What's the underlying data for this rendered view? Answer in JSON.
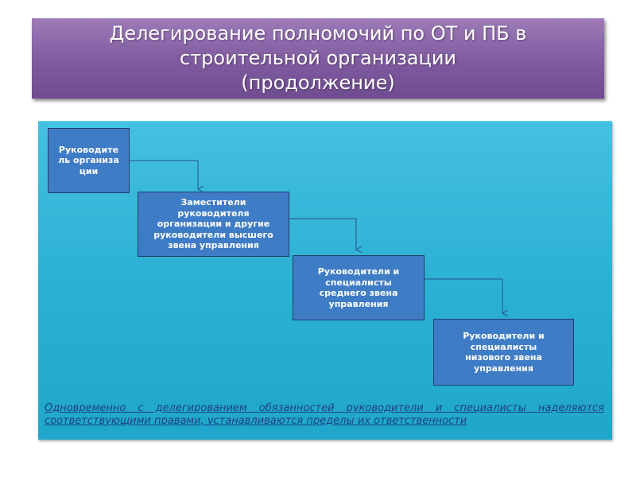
{
  "title": {
    "line1": "Делегирование полномочий по ОТ и ПБ в",
    "line2": "строительной организации",
    "line3": "(продолжение)"
  },
  "diagram": {
    "boxes": [
      {
        "id": "head",
        "label": "Руководитель организации"
      },
      {
        "id": "deputies",
        "label": "Заместители руководителя организации и другие руководители высшего звена управления"
      },
      {
        "id": "middle",
        "label": "Руководители и специалисты среднего звена управления"
      },
      {
        "id": "lower",
        "label": "Руководители и специалисты низового звена управления"
      }
    ]
  },
  "footer": {
    "text": "Одновременно с делегированием обязанностей руководители и специалисты наделяются соответствующими правами, устанавливаются пределы их ответственности"
  },
  "colors": {
    "banner": "#7e5a9e",
    "panel": "#2bb1d4",
    "box": "#3f7cc6",
    "box_border": "#1f3e6a",
    "footer_text": "#1e3f86"
  }
}
